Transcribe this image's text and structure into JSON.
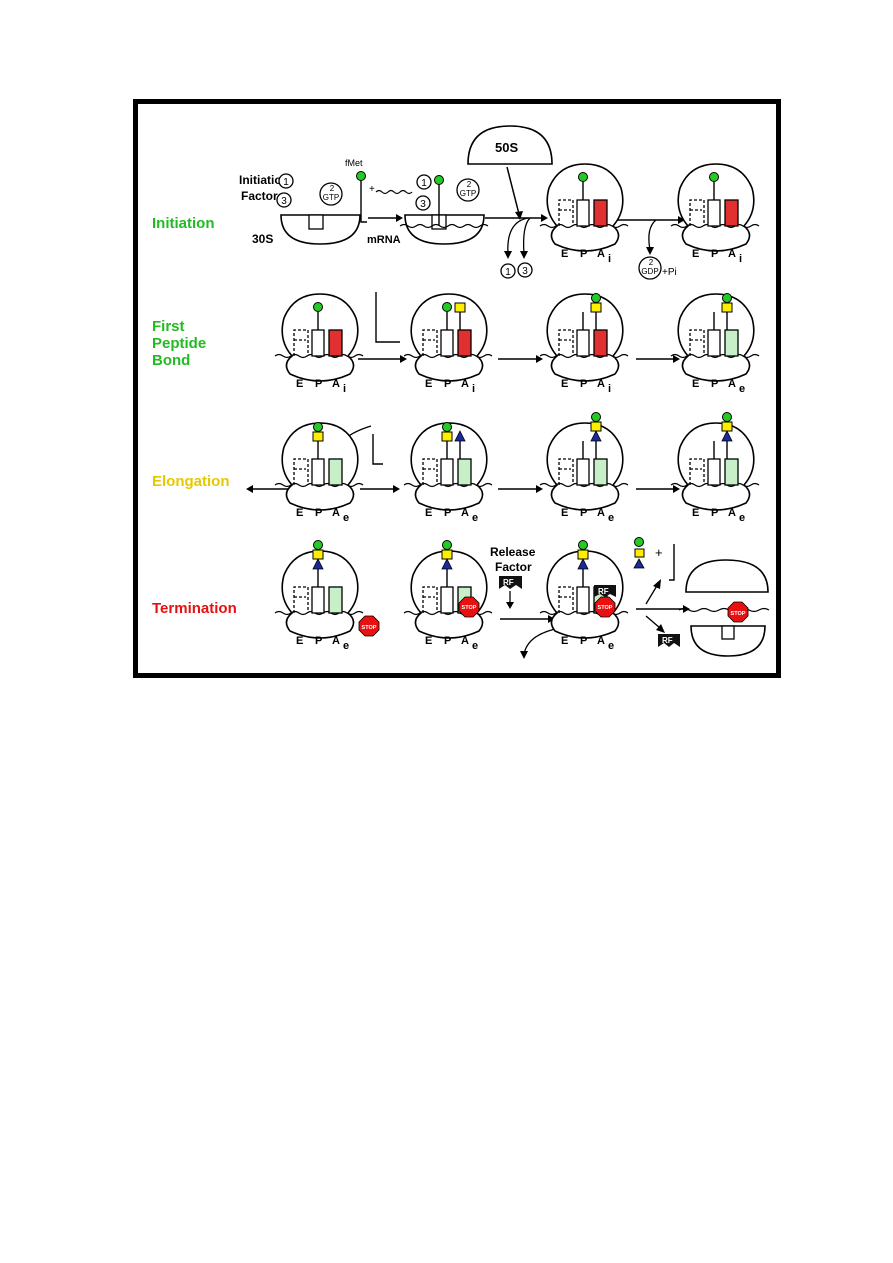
{
  "colors": {
    "initiation": "#22bb22",
    "first_peptide": "#22bb22",
    "elongation": "#e6c800",
    "termination": "#e81010",
    "a_site_initial": "#e03030",
    "a_site_elongation": "#c8f0c8",
    "amino_green": "#22cc22",
    "amino_yellow": "#ffee00",
    "amino_blue": "#1a2a9a",
    "stop": "#e81010"
  },
  "rows": {
    "initiation": "Initiation",
    "first_line1": "First",
    "first_line2": "Peptide",
    "first_line3": "Bond",
    "elongation": "Elongation",
    "termination": "Termination"
  },
  "labels": {
    "initiation_factors_1": "Initiation",
    "initiation_factors_2": "Factors",
    "s30": "30S",
    "s50": "50S",
    "fmet": "fMet",
    "mrna": "mRNA",
    "release_1": "Release",
    "release_2": "Factor",
    "rf": "RF",
    "stop": "STOP",
    "gtp_num": "2",
    "gtp": "GTP",
    "gdp": "GDP",
    "pi": "+Pi",
    "plus": "+",
    "if1": "1",
    "if3": "3",
    "site_e": "E",
    "site_p": "P",
    "site_a": "A",
    "sub_i": "i",
    "sub_e": "e"
  }
}
